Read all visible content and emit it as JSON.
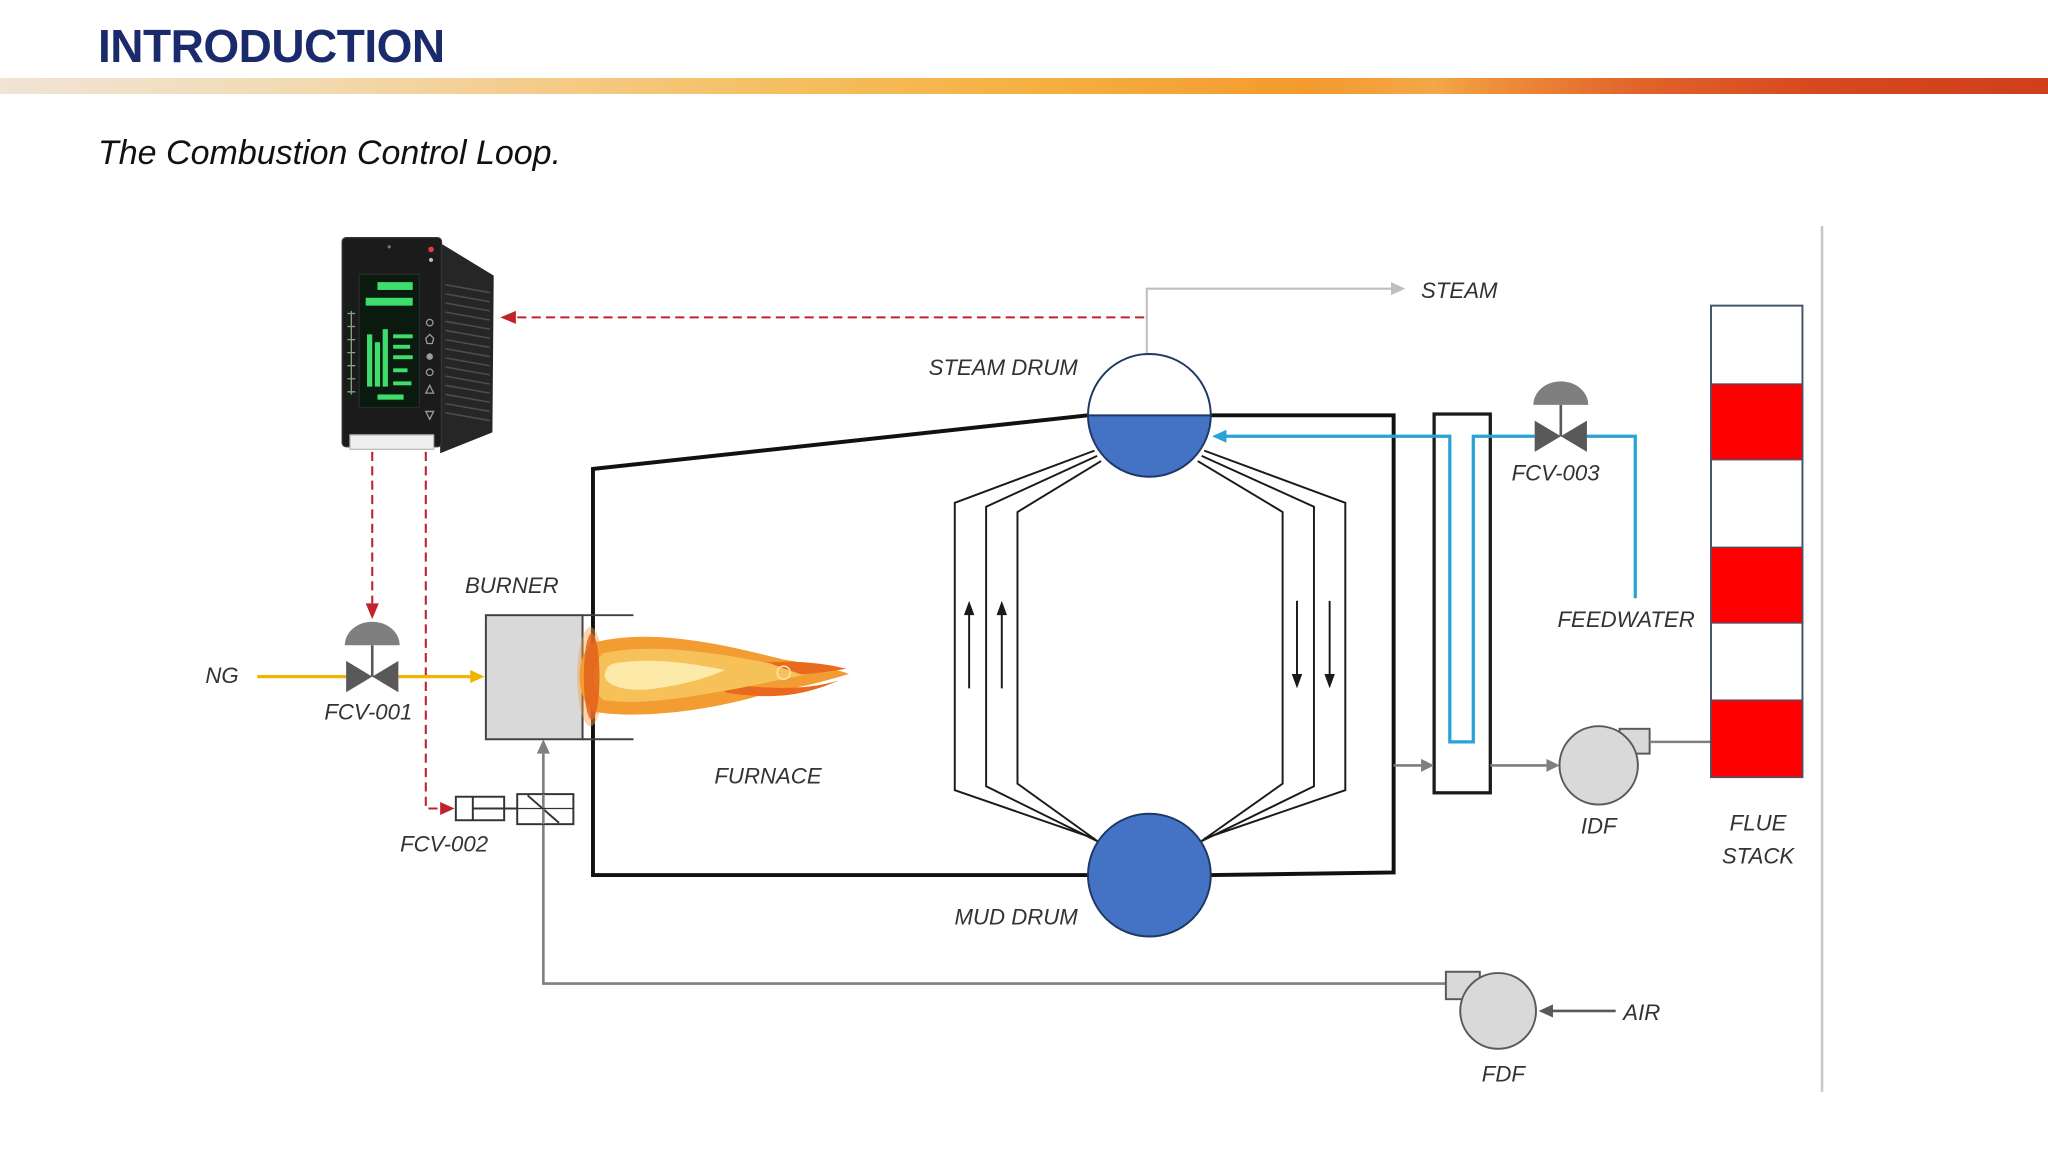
{
  "slide": {
    "title": "INTRODUCTION",
    "subtitle": "The Combustion Control Loop."
  },
  "diagram": {
    "labels": {
      "steam": "STEAM",
      "steam_drum": "STEAM DRUM",
      "fcv_003": "FCV-003",
      "feedwater": "FEEDWATER",
      "burner": "BURNER",
      "ng": "NG",
      "fcv_001": "FCV-001",
      "furnace": "FURNACE",
      "fcv_002": "FCV-002",
      "mud_drum": "MUD DRUM",
      "idf": "IDF",
      "flue": "FLUE",
      "stack": "STACK",
      "air": "AIR",
      "fdf": "FDF"
    },
    "colors": {
      "drum_water": "#4472c4",
      "feedwater_line": "#29a3d6",
      "control_signal": "#c0232b",
      "fuel_line": "#f2b400",
      "stack_band": "#ff0000"
    }
  }
}
